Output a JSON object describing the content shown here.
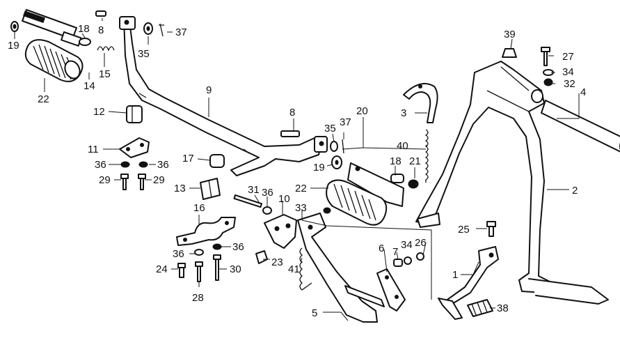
{
  "diagram": {
    "callouts": [
      {
        "id": "c19a",
        "label": "19"
      },
      {
        "id": "c18a",
        "label": "18"
      },
      {
        "id": "c8a",
        "label": "8"
      },
      {
        "id": "c35a",
        "label": "35"
      },
      {
        "id": "c37a",
        "label": "37"
      },
      {
        "id": "c15",
        "label": "15"
      },
      {
        "id": "c14",
        "label": "14"
      },
      {
        "id": "c22a",
        "label": "22"
      },
      {
        "id": "c9",
        "label": "9"
      },
      {
        "id": "c12",
        "label": "12"
      },
      {
        "id": "c11",
        "label": "11"
      },
      {
        "id": "c36a",
        "label": "36"
      },
      {
        "id": "c36b",
        "label": "36"
      },
      {
        "id": "c29a",
        "label": "29"
      },
      {
        "id": "c29b",
        "label": "29"
      },
      {
        "id": "c17",
        "label": "17"
      },
      {
        "id": "c13",
        "label": "13"
      },
      {
        "id": "c16",
        "label": "16"
      },
      {
        "id": "c36c",
        "label": "36"
      },
      {
        "id": "c36d",
        "label": "36"
      },
      {
        "id": "c24",
        "label": "24"
      },
      {
        "id": "c28",
        "label": "28"
      },
      {
        "id": "c30",
        "label": "30"
      },
      {
        "id": "c8b",
        "label": "8"
      },
      {
        "id": "c35b",
        "label": "35"
      },
      {
        "id": "c37b",
        "label": "37"
      },
      {
        "id": "c20",
        "label": "20"
      },
      {
        "id": "c19b",
        "label": "19"
      },
      {
        "id": "c40",
        "label": "40"
      },
      {
        "id": "c18b",
        "label": "18"
      },
      {
        "id": "c21",
        "label": "21"
      },
      {
        "id": "c22b",
        "label": "22"
      },
      {
        "id": "c31",
        "label": "31"
      },
      {
        "id": "c36e",
        "label": "36"
      },
      {
        "id": "c10",
        "label": "10"
      },
      {
        "id": "c33",
        "label": "33"
      },
      {
        "id": "c23",
        "label": "23"
      },
      {
        "id": "c41",
        "label": "41"
      },
      {
        "id": "c3",
        "label": "3"
      },
      {
        "id": "c39",
        "label": "39"
      },
      {
        "id": "c27",
        "label": "27"
      },
      {
        "id": "c34a",
        "label": "34"
      },
      {
        "id": "c32",
        "label": "32"
      },
      {
        "id": "c4",
        "label": "4"
      },
      {
        "id": "c2",
        "label": "2"
      },
      {
        "id": "c25",
        "label": "25"
      },
      {
        "id": "c6",
        "label": "6"
      },
      {
        "id": "c7",
        "label": "7"
      },
      {
        "id": "c34b",
        "label": "34"
      },
      {
        "id": "c26",
        "label": "26"
      },
      {
        "id": "c1",
        "label": "1"
      },
      {
        "id": "c38",
        "label": "38"
      },
      {
        "id": "c5",
        "label": "5"
      }
    ]
  }
}
